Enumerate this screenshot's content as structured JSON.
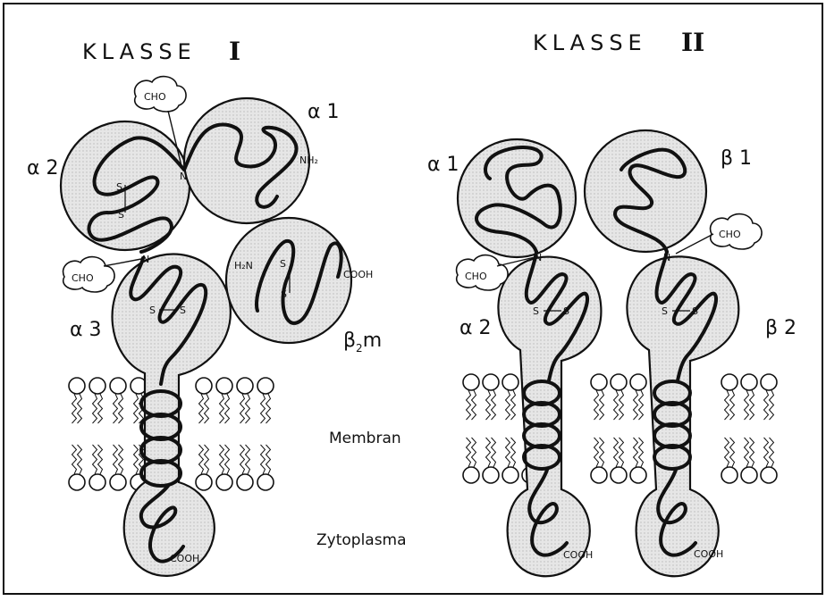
{
  "titles": {
    "class1": {
      "text": "KLASSE",
      "roman": "I"
    },
    "class2": {
      "text": "KLASSE",
      "roman": "II"
    }
  },
  "class1": {
    "alpha1": "α 1",
    "alpha2": "α 2",
    "alpha3": "α 3",
    "beta2m": {
      "beta": "β",
      "sub": "2",
      "suffix": "m"
    },
    "cho_top": "CHO",
    "cho_mid": "CHO",
    "n_top": "N",
    "n_mid": "N",
    "nh2": "NH₂",
    "h2n": "H₂N",
    "cooh_b2m": "COOH",
    "cooh_tail": "COOH",
    "s": "S"
  },
  "class2": {
    "alpha1": "α 1",
    "alpha2": "α 2",
    "beta1": "β 1",
    "beta2": "β 2",
    "cho_left": "CHO",
    "cho_right": "CHO",
    "n": "N",
    "cooh": "COOH",
    "s": "S"
  },
  "annotations": {
    "membrane": "Membran",
    "cytoplasm": "Zytoplasma"
  },
  "colors": {
    "outline": "#111111",
    "domain_fill": "#e2e2e2",
    "background": "#ffffff"
  }
}
